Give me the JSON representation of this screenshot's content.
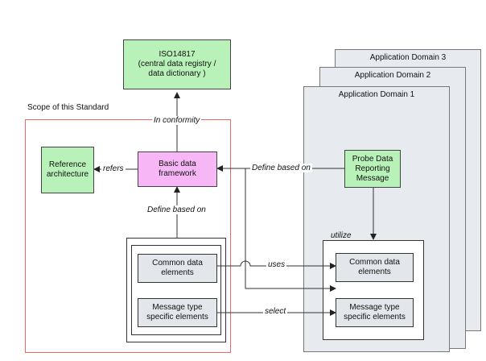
{
  "iso": "ISO14817\n(central data registry /\ndata dictionary )",
  "scope_title": "Scope of this Standard",
  "in_conformity": "In conformity",
  "reference_architecture": "Reference\narchitecture",
  "refers": "refers",
  "basic_data_framework": "Basic data\nframework",
  "define_based_on_left": "Define based on",
  "define_based_on_top": "Define based on",
  "common_data_elements_left": "Common data\nelements",
  "message_type_left": "Message type\nspecific elements",
  "uses": "uses",
  "select": "select",
  "domains": [
    "Application Domain 3",
    "Application Domain 2",
    "Application Domain 1"
  ],
  "probe_data": "Probe Data\nReporting\nMessage",
  "utilize": "utilize",
  "common_data_elements_right": "Common data\nelements",
  "message_type_right": "Message type\nspecific elements"
}
